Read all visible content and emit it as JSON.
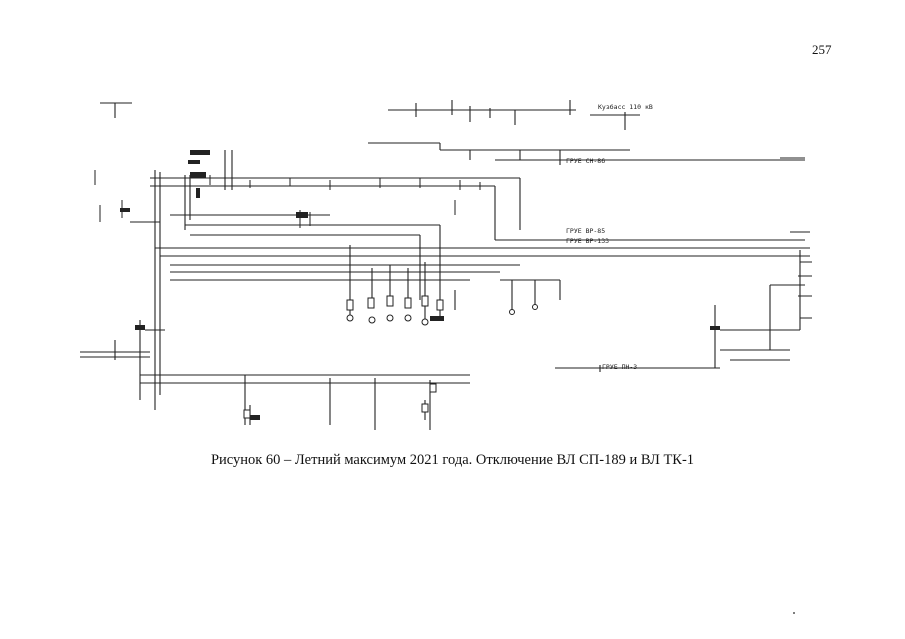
{
  "page": {
    "number": "257",
    "caption": "Рисунок 60 – Летний максимум 2021 года. Отключение ВЛ СП-189 и ВЛ ТК-1"
  },
  "diagram": {
    "labels": [
      "Кузбасс 110 кВ",
      "ГРУЕ СН-86",
      "ГРУЕ ВР-85",
      "ГРУЕ ВР-133",
      "ГРУЕ ПН-3"
    ]
  }
}
